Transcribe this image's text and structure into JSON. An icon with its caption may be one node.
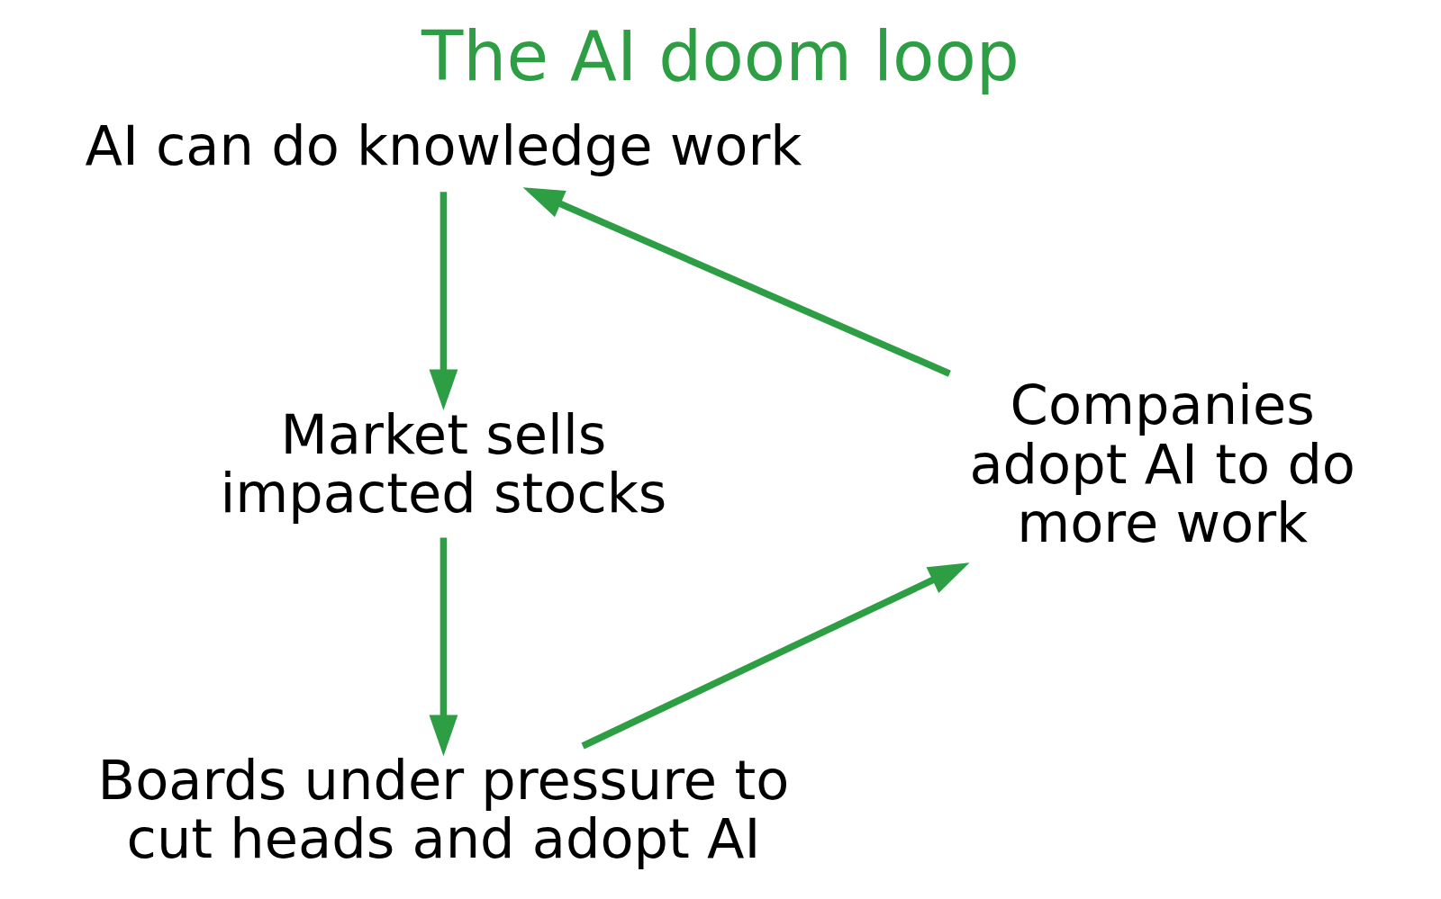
{
  "diagram": {
    "title": "The AI doom loop",
    "nodes": [
      {
        "text": [
          "AI can do knowledge work"
        ]
      },
      {
        "text": [
          "Market sells impacted stocks"
        ]
      },
      {
        "text": [
          "Boards under pressure to cut heads and adopt AI"
        ]
      },
      {
        "text": [
          "Companies adopt AI to do more work"
        ]
      }
    ],
    "edges": [
      {
        "from": 0,
        "to": 1,
        "arrow": "to"
      },
      {
        "from": 1,
        "to": 2,
        "arrow": "to"
      },
      {
        "from": 2,
        "to": 3,
        "arrow": "to"
      },
      {
        "from": 3,
        "to": 0,
        "arrow": "to"
      }
    ]
  }
}
